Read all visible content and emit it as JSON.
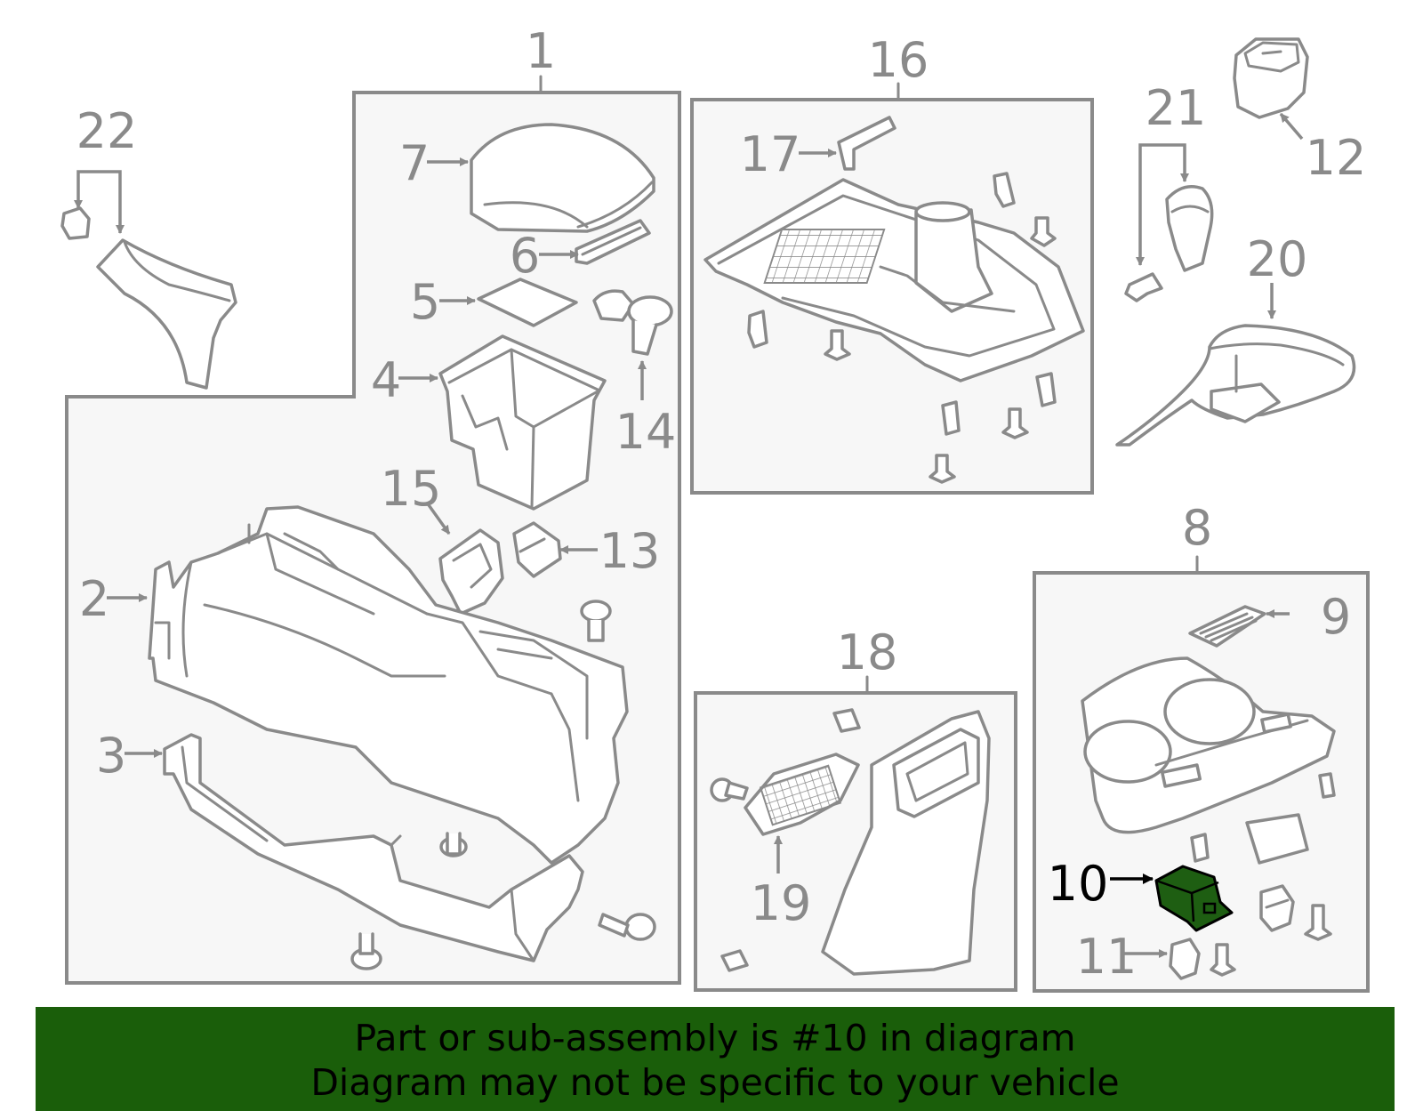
{
  "callouts": {
    "c1": "1",
    "c2": "2",
    "c3": "3",
    "c4": "4",
    "c5": "5",
    "c6": "6",
    "c7": "7",
    "c8": "8",
    "c9": "9",
    "c10": "10",
    "c11": "11",
    "c12": "12",
    "c13": "13",
    "c14": "14",
    "c15": "15",
    "c16": "16",
    "c17": "17",
    "c18": "18",
    "c19": "19",
    "c20": "20",
    "c21": "21",
    "c22": "22"
  },
  "highlighted_part": "10",
  "colors": {
    "banner": "#1a5e0a",
    "highlight": "#1e5e12",
    "line": "#8a8a8a"
  },
  "banner": {
    "line1": "Part or sub-assembly is #10 in diagram",
    "line2": "Diagram may not be specific to your vehicle"
  }
}
